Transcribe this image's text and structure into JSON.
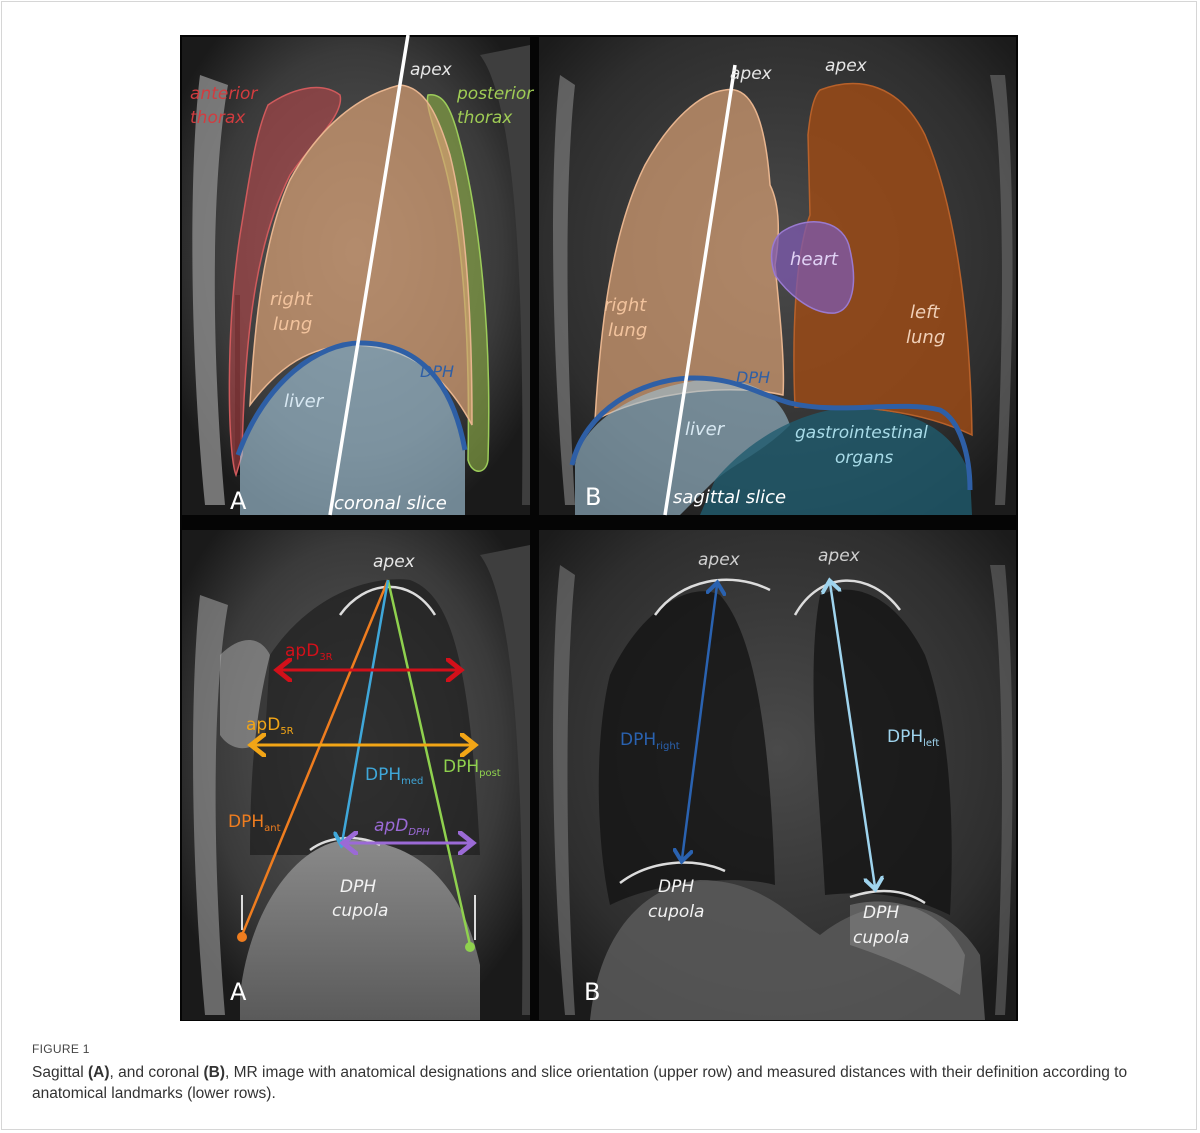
{
  "panels": {
    "top_left": {
      "letter": "A",
      "labels": {
        "apex": "apex",
        "anterior_thorax": [
          "anterior",
          "thorax"
        ],
        "posterior_thorax": [
          "posterior",
          "thorax"
        ],
        "right_lung": [
          "right",
          "lung"
        ],
        "liver": "liver",
        "dph": "DPH",
        "slice": "coronal slice"
      }
    },
    "top_right": {
      "letter": "B",
      "labels": {
        "apex_right": "apex",
        "apex_left": "apex",
        "heart": "heart",
        "right_lung": [
          "right",
          "lung"
        ],
        "left_lung": [
          "left",
          "lung"
        ],
        "dph": "DPH",
        "liver": "liver",
        "gi": [
          "gastrointestinal",
          "organs"
        ],
        "slice": "sagittal slice"
      }
    },
    "bottom_left": {
      "letter": "A",
      "labels": {
        "apex": "apex",
        "apd3r": "apD",
        "apd3r_sub": "3R",
        "apd5r": "apD",
        "apd5r_sub": "5R",
        "dph_med": "DPH",
        "dph_med_sub": "med",
        "dph_post": "DPH",
        "dph_post_sub": "post",
        "dph_ant": "DPH",
        "dph_ant_sub": "ant",
        "apd_dph": "apD",
        "apd_dph_sub": "DPH",
        "cupola": [
          "DPH",
          "cupola"
        ]
      }
    },
    "bottom_right": {
      "letter": "B",
      "labels": {
        "apex_right": "apex",
        "apex_left": "apex",
        "dph_right": "DPH",
        "dph_right_sub": "right",
        "dph_left": "DPH",
        "dph_left_sub": "left",
        "cupola_right": [
          "DPH",
          "cupola"
        ],
        "cupola_left": [
          "DPH",
          "cupola"
        ]
      }
    }
  },
  "colors": {
    "anterior_thorax": "#c0474a",
    "posterior_thorax": "#8fb046",
    "right_lung": "#d9a074",
    "left_lung": "#9a4a16",
    "heart": "#7d5ab0",
    "liver": "#9fc2d6",
    "gi": "#1f5b6e",
    "dph_line": "#2e5fa6",
    "apd3r": "#d3101a",
    "apd5r": "#f2a516",
    "dph_med": "#3fa7d9",
    "dph_post": "#8fd14e",
    "dph_ant": "#ef7d1f",
    "apd_dph": "#9b6ad6",
    "dph_right": "#2a62b0",
    "dph_left": "#9fd4ee"
  },
  "caption": {
    "label": "FIGURE 1",
    "parts": [
      {
        "text": "Sagittal ",
        "bold": false
      },
      {
        "text": "(A)",
        "bold": true
      },
      {
        "text": ", and coronal ",
        "bold": false
      },
      {
        "text": "(B)",
        "bold": true
      },
      {
        "text": ", MR image with anatomical designations and slice orientation (upper row) and measured distances with their definition according to anatomical landmarks (lower rows).",
        "bold": false
      }
    ]
  }
}
